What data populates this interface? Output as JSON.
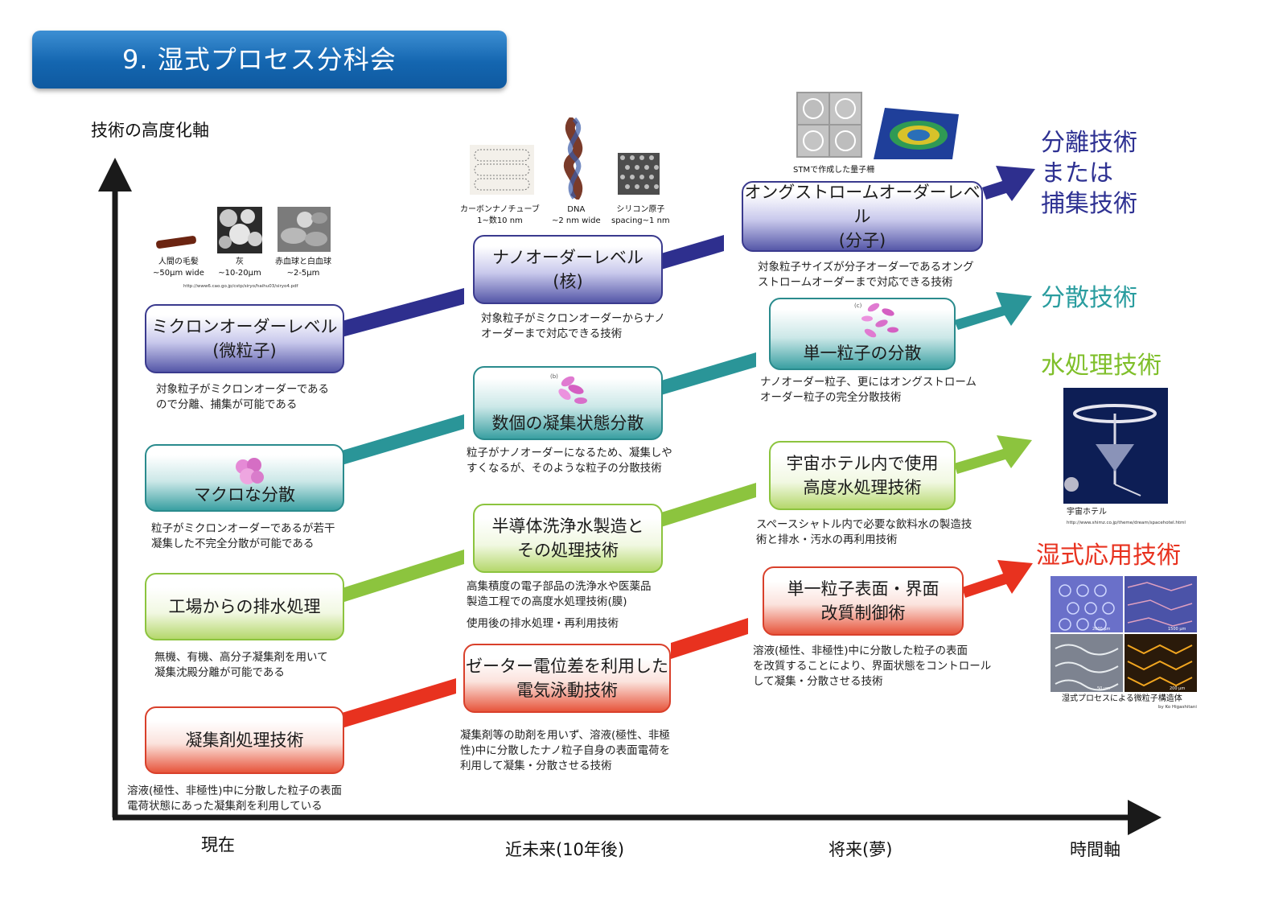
{
  "title": "9. 湿式プロセス分科会",
  "axes": {
    "y_label": "技術の高度化軸",
    "x_label": "時間軸",
    "x_ticks": [
      "現在",
      "近未来(10年後)",
      "将来(夢)"
    ]
  },
  "categories": [
    {
      "lines": [
        "分離技術",
        "または",
        "捕集技術"
      ],
      "color": "#2e3192"
    },
    {
      "lines": [
        "分散技術"
      ],
      "color": "#2a9d9f"
    },
    {
      "lines": [
        "水処理技術"
      ],
      "color": "#7fbf2a"
    },
    {
      "lines": [
        "湿式応用技術"
      ],
      "color": "#e8321f"
    }
  ],
  "colors": {
    "blue": "#2e2f8e",
    "teal": "#2a9598",
    "green": "#8cc43e",
    "red": "#e8321f"
  },
  "rows": {
    "separation": [
      {
        "lines": [
          "ミクロンオーダーレベル",
          "(微粒子)"
        ],
        "desc": [
          "対象粒子がミクロンオーダーである",
          "ので分離、捕集が可能である"
        ]
      },
      {
        "lines": [
          "ナノオーダーレベル",
          "(核)"
        ],
        "desc": [
          "対象粒子がミクロンオーダーからナノ",
          "オーダーまで対応できる技術"
        ]
      },
      {
        "lines": [
          "オングストロームオーダーレベル",
          "(分子)"
        ],
        "desc": [
          "対象粒子サイズが分子オーダーであるオング",
          "ストロームオーダーまで対応できる技術"
        ]
      }
    ],
    "dispersion": [
      {
        "lines": [
          "マクロな分散"
        ],
        "desc": [
          "粒子がミクロンオーダーであるが若干",
          "凝集した不完全分散が可能である"
        ]
      },
      {
        "lines": [
          "数個の凝集状態分散"
        ],
        "desc": [
          "粒子がナノオーダーになるため、凝集しや",
          "すくなるが、そのような粒子の分散技術"
        ]
      },
      {
        "lines": [
          "単一粒子の分散"
        ],
        "desc": [
          "ナノオーダー粒子、更にはオングストローム",
          "オーダー粒子の完全分散技術"
        ]
      }
    ],
    "water": [
      {
        "lines": [
          "工場からの排水処理"
        ],
        "desc": [
          "無機、有機、高分子凝集剤を用いて",
          "凝集沈殿分離が可能である"
        ]
      },
      {
        "lines": [
          "半導体洗浄水製造と",
          "その処理技術"
        ],
        "desc": [
          "高集積度の電子部品の洗浄水や医薬品",
          "製造工程での高度水処理技術(膜)"
        ],
        "desc2": "使用後の排水処理・再利用技術"
      },
      {
        "lines": [
          "宇宙ホテル内で使用",
          "高度水処理技術"
        ],
        "desc": [
          "スペースシャトル内で必要な飲料水の製造技",
          "術と排水・汚水の再利用技術"
        ]
      }
    ],
    "application": [
      {
        "lines": [
          "凝集剤処理技術"
        ],
        "desc": [
          "溶液(極性、非極性)中に分散した粒子の表面",
          "電荷状態にあった凝集剤を利用している"
        ]
      },
      {
        "lines": [
          "ゼーター電位差を利用した",
          "電気泳動技術"
        ],
        "desc": [
          "凝集剤等の助剤を用いず、溶液(極性、非極",
          "性)中に分散したナノ粒子自身の表面電荷を",
          "利用して凝集・分散させる技術"
        ]
      },
      {
        "lines": [
          "単一粒子表面・界面",
          "改質制御術"
        ],
        "desc": [
          "溶液(極性、非極性)中に分散した粒子の表面",
          "を改質することにより、界面状態をコントロール",
          "して凝集・分散させる技術"
        ]
      }
    ]
  },
  "micron_images": {
    "captions": [
      {
        "name": "人間の毛髪",
        "size": "~50μm wide"
      },
      {
        "name": "灰",
        "size": "~10-20μm"
      },
      {
        "name": "赤血球と白血球",
        "size": "~2-5μm"
      }
    ],
    "url": "http://www6.cao.go.jp/cstp/siryo/haihu03/siryo4.pdf"
  },
  "nano_images": {
    "captions": [
      {
        "name": "カーボンナノチューブ",
        "size": "1~数10 nm"
      },
      {
        "name": "DNA",
        "size": "~2 nm wide"
      },
      {
        "name": "シリコン原子",
        "size": "spacing~1 nm"
      }
    ]
  },
  "stm_caption": "STMで作成した量子柵",
  "hotel": {
    "caption": "宇宙ホテル",
    "url": "http://www.shimz.co.jp/theme/dream/spacehotel.html"
  },
  "structure": {
    "caption": "湿式プロセスによる微粒子構造体",
    "credit": "by Ko Higashitani",
    "scales": [
      "2000 μm",
      "1500 μm",
      "50 μm",
      "200 μm"
    ]
  }
}
